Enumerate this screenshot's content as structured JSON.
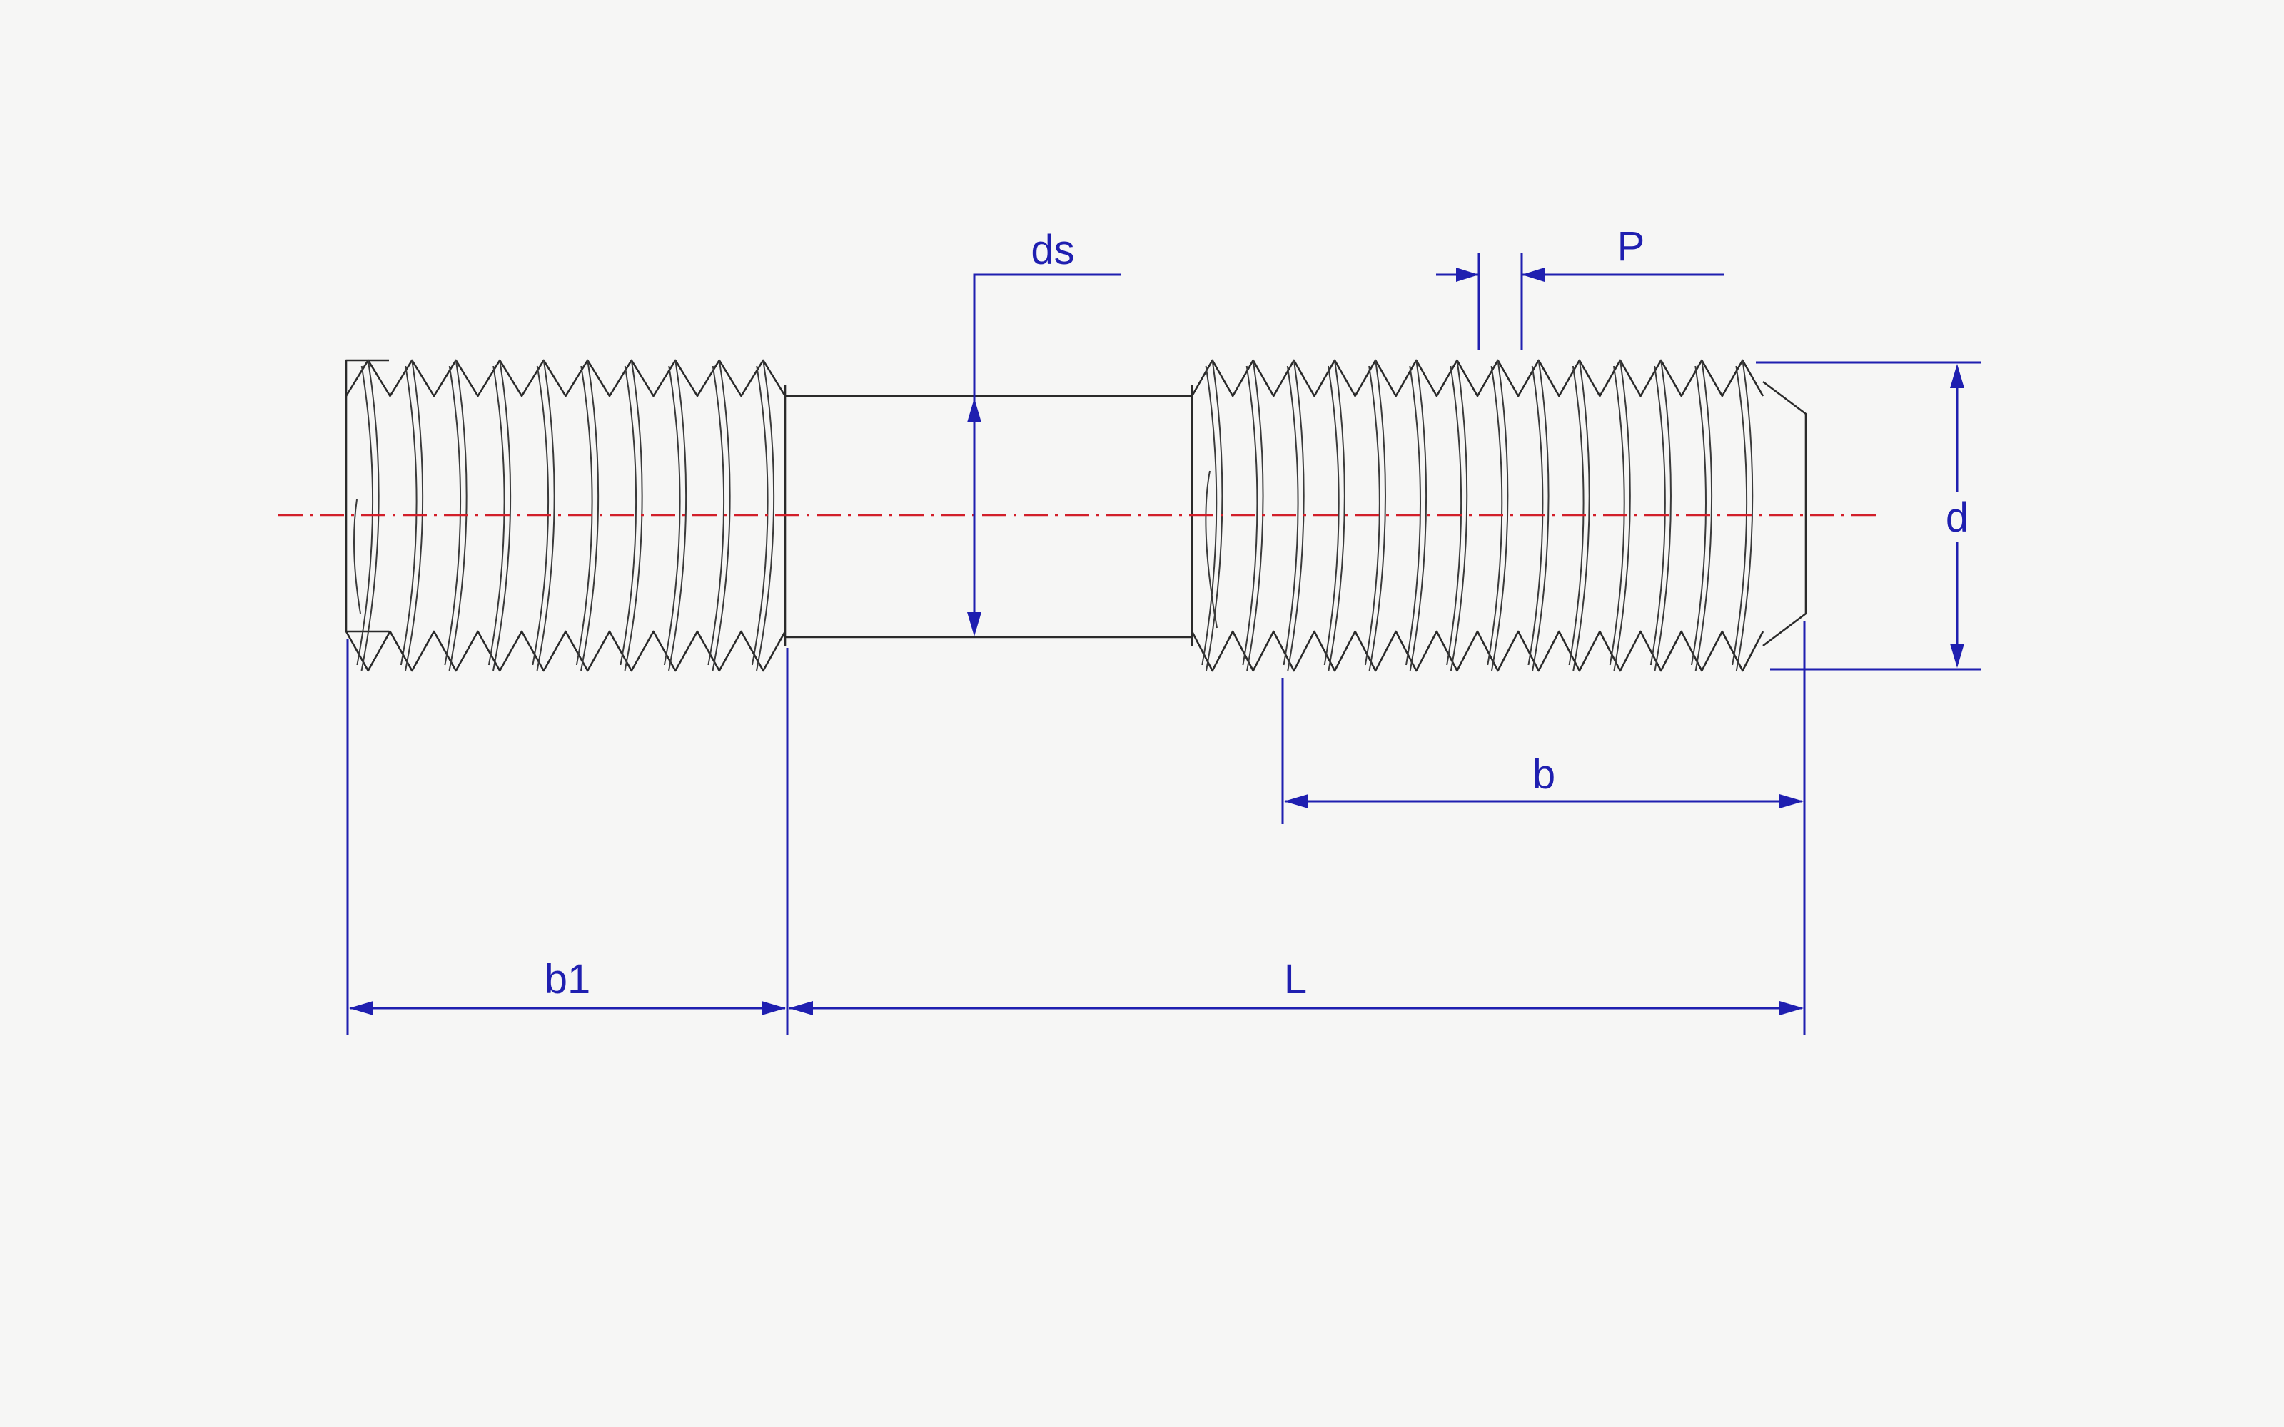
{
  "colors": {
    "background": "#f6f6f5",
    "outline": "#2a2a2a",
    "dimension": "#1f1fb0",
    "centerline": "#d21f2a"
  },
  "labels": {
    "ds": "ds",
    "p": "P",
    "d": "d",
    "b": "b",
    "b1": "b1",
    "l": "L"
  }
}
